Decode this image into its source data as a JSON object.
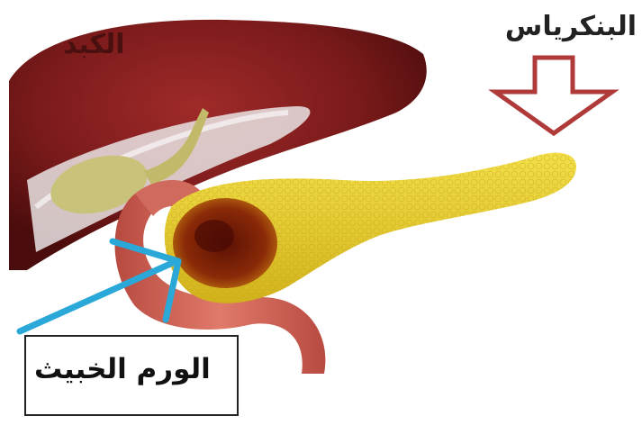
{
  "labels": {
    "liver": "الكبد",
    "pancreas": "البنكرياس",
    "tumor": "الورم الخبيث"
  },
  "colors": {
    "liver": "#7a1a1a",
    "pancreas": "#e8cf2a",
    "tumor": "#7a2008",
    "duodenum": "#d9685a",
    "gallbladder": "#c9c27a",
    "arrow_pancreas": "#b03a3a",
    "pointer_tumor": "#2aa8d8"
  }
}
